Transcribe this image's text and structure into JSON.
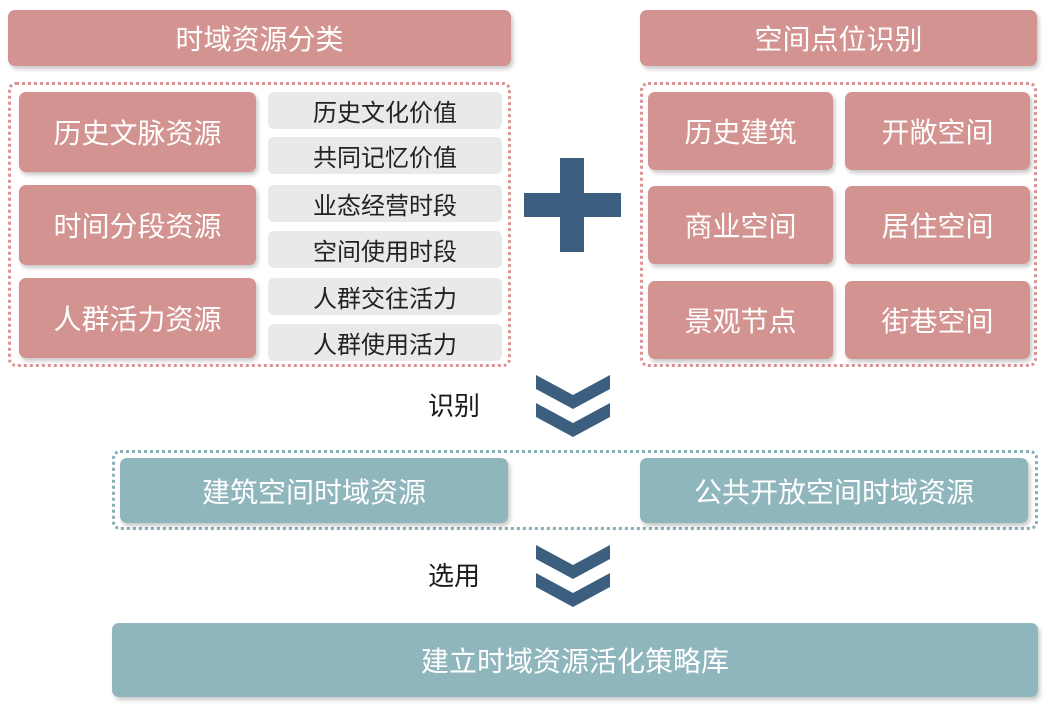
{
  "left_panel": {
    "title": "时域资源分类",
    "categories": [
      {
        "label": "历史文脉资源",
        "items": [
          "历史文化价值",
          "共同记忆价值"
        ]
      },
      {
        "label": "时间分段资源",
        "items": [
          "业态经营时段",
          "空间使用时段"
        ]
      },
      {
        "label": "人群活力资源",
        "items": [
          "人群交往活力",
          "人群使用活力"
        ]
      }
    ]
  },
  "right_panel": {
    "title": "空间点位识别",
    "cells": [
      "历史建筑",
      "开敞空间",
      "商业空间",
      "居住空间",
      "景观节点",
      "街巷空间"
    ]
  },
  "steps": {
    "identify": "识别",
    "select": "选用"
  },
  "results": {
    "left": "建筑空间时域资源",
    "right": "公共开放空间时域资源"
  },
  "final": "建立时域资源活化策略库",
  "colors": {
    "pink": "#d39390",
    "teal": "#8fb6bd",
    "navy": "#3d5f7f",
    "grey": "#e9e9e9"
  },
  "icons": {
    "plus": "plus-icon",
    "arrow": "double-chevron-down-icon"
  }
}
